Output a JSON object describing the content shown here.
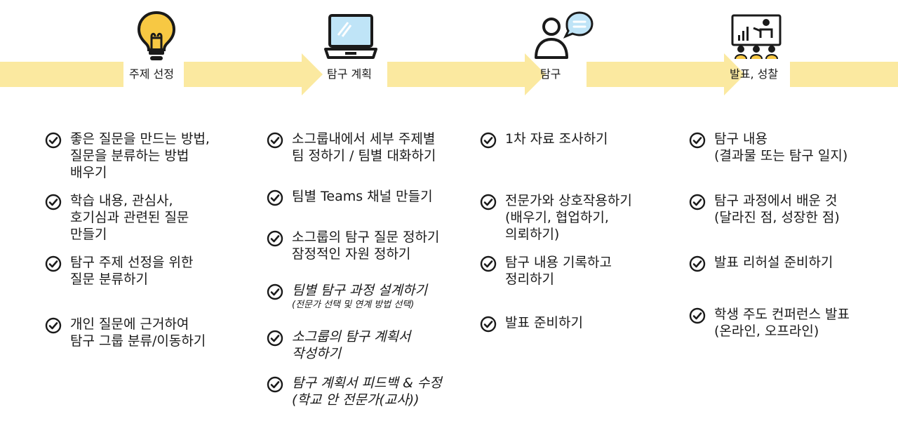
{
  "colors": {
    "band": "#fbe9a0",
    "ink": "#1a1a1a",
    "bulb": "#f7c843",
    "screen": "#bfe4f7"
  },
  "stages": [
    {
      "label": "주제 선정",
      "icon": "lightbulb-icon"
    },
    {
      "label": "탐구 계획",
      "icon": "laptop-icon"
    },
    {
      "label": "탐구",
      "icon": "person-speech-icon"
    },
    {
      "label": "발표, 성찰",
      "icon": "presentation-icon"
    }
  ],
  "columns": [
    {
      "items": [
        {
          "lines": [
            "좋은 질문을 만드는 방법,",
            "질문을 분류하는 방법",
            "배우기"
          ]
        },
        {
          "lines": [
            "학습 내용, 관심사,",
            "호기심과 관련된 질문",
            "만들기"
          ]
        },
        {
          "lines": [
            "탐구 주제 선정을 위한",
            "질문 분류하기"
          ]
        },
        {
          "lines": [
            "개인 질문에 근거하여",
            "탐구 그룹 분류/이동하기"
          ]
        }
      ]
    },
    {
      "items": [
        {
          "lines": [
            "소그룹내에서 세부 주제별",
            "팀 정하기 / 팀별 대화하기"
          ]
        },
        {
          "lines": [
            "팀별 Teams 채널 만들기"
          ]
        },
        {
          "lines": [
            "소그룹의 탐구 질문 정하기",
            "잠정적인 자원 정하기"
          ]
        },
        {
          "lines": [
            "팀별 탐구 과정 설계하기"
          ],
          "sub": "(전문가 선택 및 연계 방법 선택)"
        },
        {
          "lines": [
            "소그룹의 탐구 계획서",
            "작성하기"
          ]
        },
        {
          "lines": [
            "탐구 계획서 피드백 & 수정",
            "(학교 안 전문가(교사))"
          ]
        }
      ]
    },
    {
      "items": [
        {
          "lines": [
            "1차 자료 조사하기"
          ]
        },
        {
          "lines": [
            "전문가와 상호작용하기",
            "(배우기, 협업하기,",
            "의뢰하기)"
          ]
        },
        {
          "lines": [
            "탐구 내용 기록하고",
            "정리하기"
          ]
        },
        {
          "lines": [
            "발표 준비하기"
          ]
        }
      ]
    },
    {
      "items": [
        {
          "lines": [
            "탐구 내용",
            "(결과물 또는 탐구 일지)"
          ]
        },
        {
          "lines": [
            "탐구 과정에서 배운 것",
            "(달라진 점, 성장한 점)"
          ]
        },
        {
          "lines": [
            "발표 리허설 준비하기"
          ]
        },
        {
          "lines": [
            "학생 주도 컨퍼런스 발표",
            "(온라인, 오프라인)"
          ]
        }
      ]
    }
  ]
}
